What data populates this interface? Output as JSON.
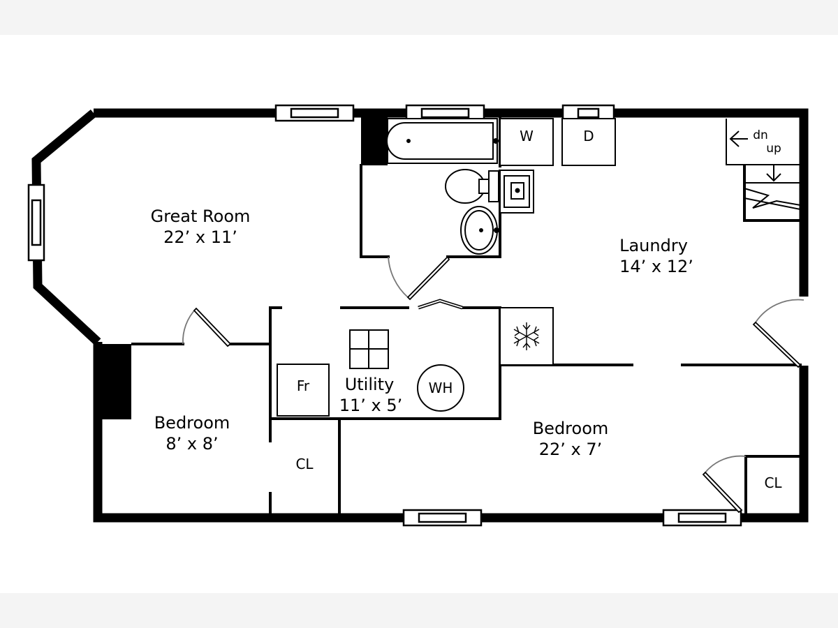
{
  "rooms": {
    "great_room": {
      "name": "Great Room",
      "dims": "22’ x 11’"
    },
    "laundry": {
      "name": "Laundry",
      "dims": "14’ x 12’"
    },
    "utility": {
      "name": "Utility",
      "dims": "11’ x 5’"
    },
    "bedroom_small": {
      "name": "Bedroom",
      "dims": "8’ x 8’"
    },
    "bedroom_large": {
      "name": "Bedroom",
      "dims": "22’ x 7’"
    }
  },
  "fixtures": {
    "washer": "W",
    "dryer": "D",
    "freezer": "Fr",
    "water_heater": "WH",
    "closet_left": "CL",
    "closet_right": "CL"
  },
  "stairs": {
    "down": "dn",
    "up": "up"
  }
}
